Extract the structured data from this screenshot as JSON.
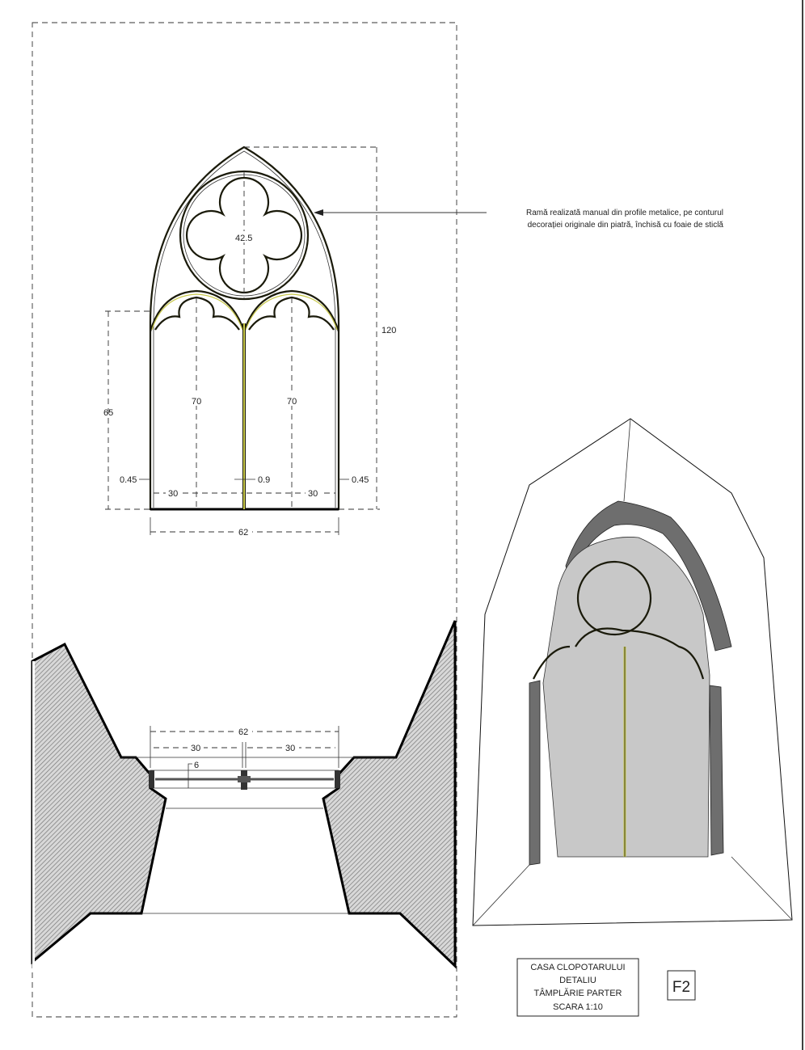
{
  "drawing": {
    "elevation": {
      "dim_total_height": "120",
      "dim_side_height": "65",
      "dim_light_left": "70",
      "dim_light_right": "70",
      "dim_rose": "42.5",
      "dim_edge_left": "0.45",
      "dim_mullion": "0.9",
      "dim_edge_right": "0.45",
      "dim_half_left": "30",
      "dim_half_right": "30",
      "dim_total_width": "62"
    },
    "annotation": {
      "line1": "Ramă realizată manual din profile metalice, pe conturul",
      "line2": "decorației originale din piatră, închisă cu foaie de sticlă"
    },
    "plan": {
      "dim_total_width": "62",
      "dim_half_left": "30",
      "dim_half_right": "30",
      "dim_depth": "6"
    },
    "title_block": {
      "line1": "CASA CLOPOTARULUI",
      "line2": "DETALIU",
      "line3": "TÂMPLĂRIE PARTER",
      "line4": "SCARA 1:10"
    },
    "sheet_code": "F2",
    "colors": {
      "frame": "#1a1a0a",
      "glazing_bar": "#c8c84a",
      "stone": "#6e6e6e",
      "infill": "#c8c8c8"
    }
  }
}
